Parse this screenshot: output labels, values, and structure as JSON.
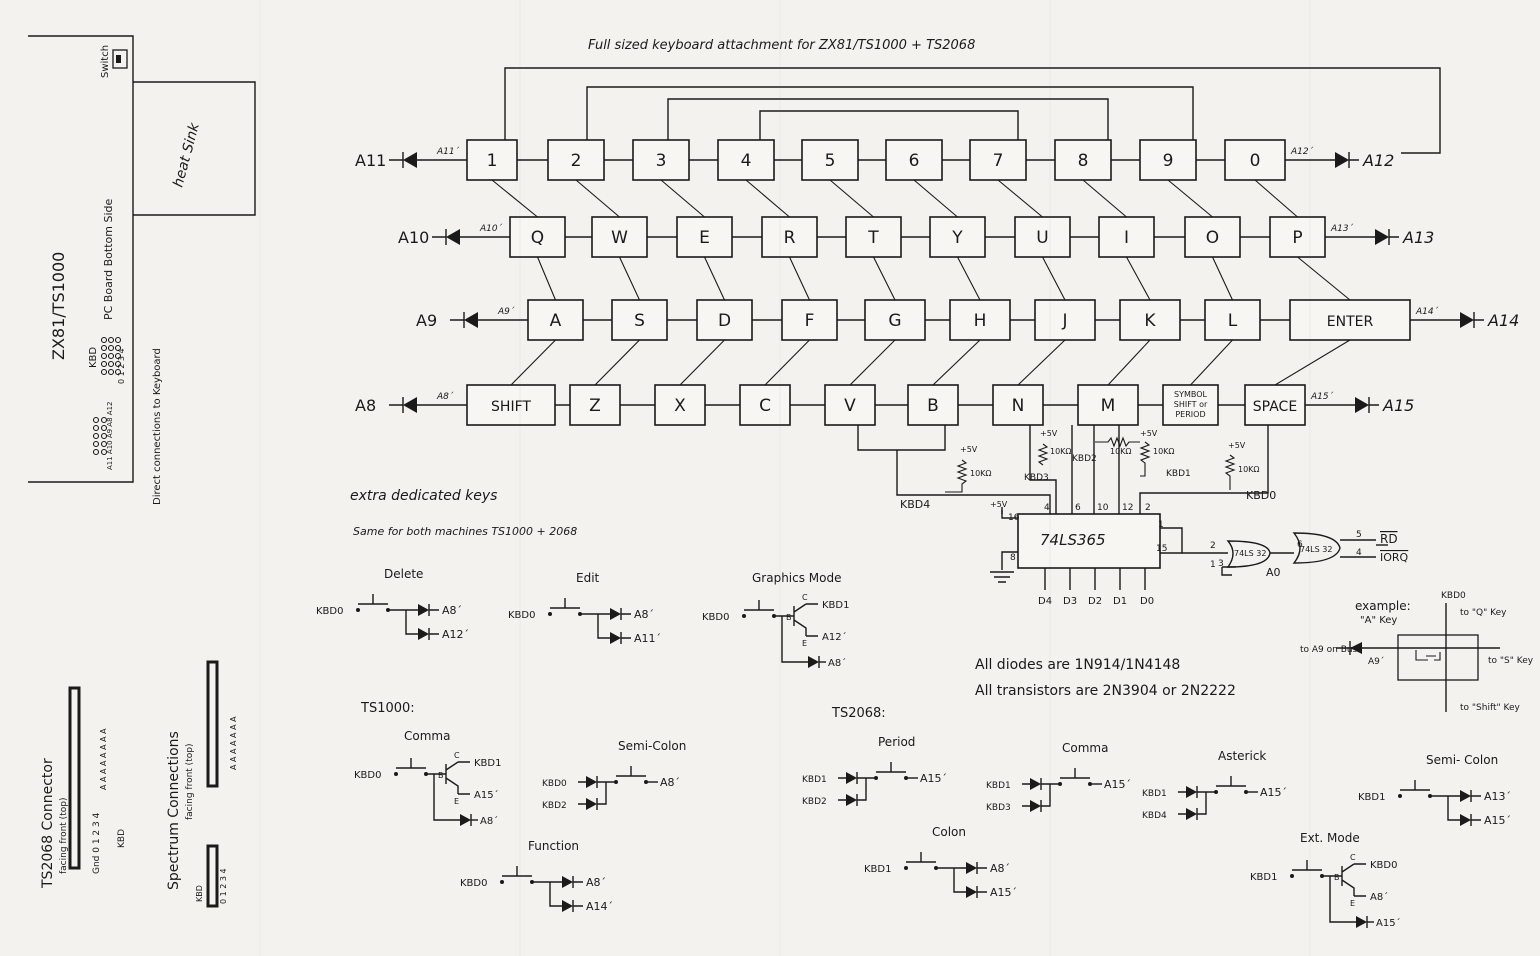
{
  "title": "Full sized keyboard attachment for ZX81/TS1000 + TS2068",
  "keyboard": {
    "rows": [
      {
        "left": "A11",
        "left_p": "A11´",
        "right": "A12",
        "right_p": "A12´",
        "keys": [
          "1",
          "2",
          "3",
          "4",
          "5",
          "6",
          "7",
          "8",
          "9",
          "0"
        ]
      },
      {
        "left": "A10",
        "left_p": "A10´",
        "right": "A13",
        "right_p": "A13´",
        "keys": [
          "Q",
          "W",
          "E",
          "R",
          "T",
          "Y",
          "U",
          "I",
          "O",
          "P"
        ]
      },
      {
        "left": "A9",
        "left_p": "A9´",
        "right": "A14",
        "right_p": "A14´",
        "keys": [
          "A",
          "S",
          "D",
          "F",
          "G",
          "H",
          "J",
          "K",
          "L",
          "ENTER"
        ]
      },
      {
        "left": "A8",
        "left_p": "A8´",
        "right": "A15",
        "right_p": "A15´",
        "keys": [
          "SHIFT",
          "Z",
          "X",
          "C",
          "V",
          "B",
          "N",
          "M",
          "SYMBOL SHIFT or PERIOD",
          "SPACE"
        ]
      }
    ]
  },
  "chip": {
    "name": "74LS365",
    "pins": {
      "p16": "16",
      "p8": "8",
      "p1": "1",
      "p15": "15",
      "p6": "6",
      "p4": "4",
      "p10": "10",
      "p12": "12",
      "p2": "2"
    },
    "outputs": [
      "D4",
      "D3",
      "D2",
      "D1",
      "D0"
    ],
    "gate1": "74LS 32",
    "gate2": "74LS 32",
    "gp2": "2",
    "gp1": "1",
    "gp3": "3",
    "gp6": "6",
    "gp5": "5",
    "gp4": "4",
    "rd": "RD",
    "iorq": "IORQ",
    "a0": "A0",
    "kbd": [
      "KBD4",
      "KBD3",
      "KBD2",
      "KBD1",
      "KBD0"
    ],
    "plus5v": "+5V",
    "resistor": "10KΩ"
  },
  "left_panel": {
    "label_machine": "ZX81/TS1000",
    "label_board": "PC Board Bottom Side",
    "label_kbd": "KBD",
    "label_pins": "0 1 2 3 4",
    "label_addr": "A11 A10 A9 A8 A12",
    "label_direct": "Direct connections to Keyboard",
    "switch": "Switch",
    "heat_sink": "heat Sink"
  },
  "connectors": {
    "ts2068": "TS2068 Connector",
    "ts2068_sub": "facing front (top)",
    "ts2068_gnd": "Gnd 0 1 2 3 4",
    "ts2068_kbd": "KBD",
    "spectrum": "Spectrum Connections",
    "spectrum_sub": "facing front (top)",
    "spectrum_kbd": "KBD",
    "spectrum_pins": "0 1 2 3 4"
  },
  "notes": {
    "extra": "extra dedicated keys",
    "same": "Same for both machines TS1000 + 2068",
    "diodes": "All diodes are 1N914/1N4148",
    "transistors": "All transistors are 2N3904 or 2N2222",
    "ts1000": "TS1000:",
    "ts2068": "TS2068:"
  },
  "circuits": {
    "delete": {
      "label": "Delete",
      "in": "KBD0",
      "o1": "A8´",
      "o2": "A12´"
    },
    "edit": {
      "label": "Edit",
      "in": "KBD0",
      "o1": "A8´",
      "o2": "A11´"
    },
    "graphics": {
      "label": "Graphics Mode",
      "in": "KBD0",
      "c": "KBD1",
      "e": "A12´",
      "d": "A8´",
      "cl": "C",
      "bl": "B",
      "el": "E"
    },
    "comma1000": {
      "label": "Comma",
      "in": "KBD0",
      "c": "KBD1",
      "e": "A15´",
      "d": "A8´",
      "cl": "C",
      "bl": "B",
      "el": "E"
    },
    "semi1000": {
      "label": "Semi-Colon",
      "in1": "KBD0",
      "in2": "KBD2",
      "out": "A8´"
    },
    "function": {
      "label": "Function",
      "in": "KBD0",
      "o1": "A8´",
      "o2": "A14´"
    },
    "period": {
      "label": "Period",
      "in1": "KBD1",
      "in2": "KBD2",
      "out": "A15´"
    },
    "comma2068": {
      "label": "Comma",
      "in1": "KBD1",
      "in2": "KBD3",
      "out": "A15´"
    },
    "asterick": {
      "label": "Asterick",
      "in1": "KBD1",
      "in2": "KBD4",
      "out": "A15´"
    },
    "semi2068": {
      "label": "Semi- Colon",
      "in": "KBD1",
      "o1": "A13´",
      "o2": "A15´"
    },
    "colon": {
      "label": "Colon",
      "in": "KBD1",
      "o1": "A8´",
      "o2": "A15´"
    },
    "extmode": {
      "label": "Ext. Mode",
      "in": "KBD1",
      "c": "KBD0",
      "e": "A8´",
      "d": "A15´",
      "cl": "C",
      "bl": "B",
      "el": "E"
    }
  },
  "example": {
    "title": "example:",
    "sub": "\"A\" Key",
    "top_kbd": "KBD0",
    "top_to": "to \"Q\" Key",
    "left_to": "to A9 on Buss",
    "left_p": "A9´",
    "right_to": "to \"S\" Key",
    "bottom_to": "to \"Shift\" Key"
  }
}
